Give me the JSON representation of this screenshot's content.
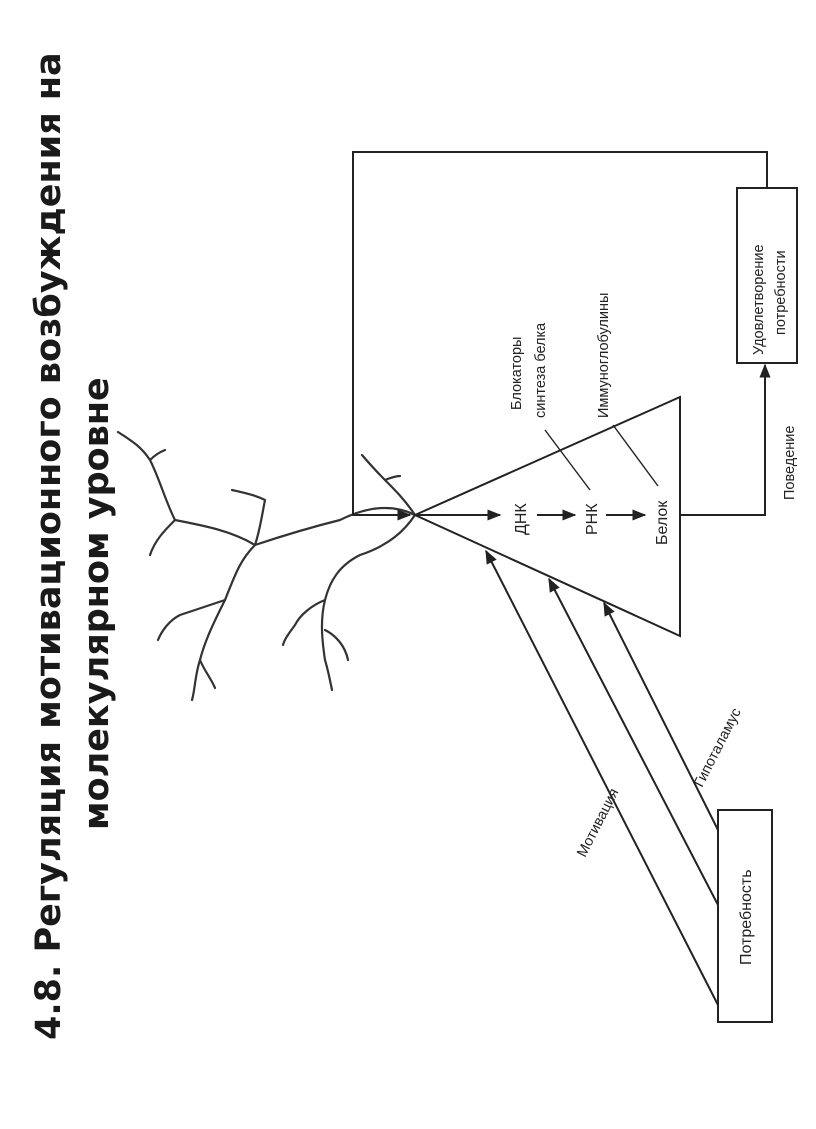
{
  "title": {
    "line1": "4.8. Регуляция мотивационного возбуждения на",
    "line2": "молекулярном уровне"
  },
  "diagram": {
    "nodes": {
      "dna": "ДНК",
      "rna": "РНК",
      "protein": "Белок"
    },
    "labels": {
      "blockers_line1": "Блокаторы",
      "blockers_line2": "синтеза белка",
      "immunoglobulins": "Иммуноглобулины",
      "behavior": "Поведение",
      "motivation": "Мотивация",
      "hypothalamus": "Гипоталамус"
    },
    "boxes": {
      "satisfaction_line1": "Удовлетворение",
      "satisfaction_line2": "потребности",
      "need": "Потребность"
    }
  }
}
